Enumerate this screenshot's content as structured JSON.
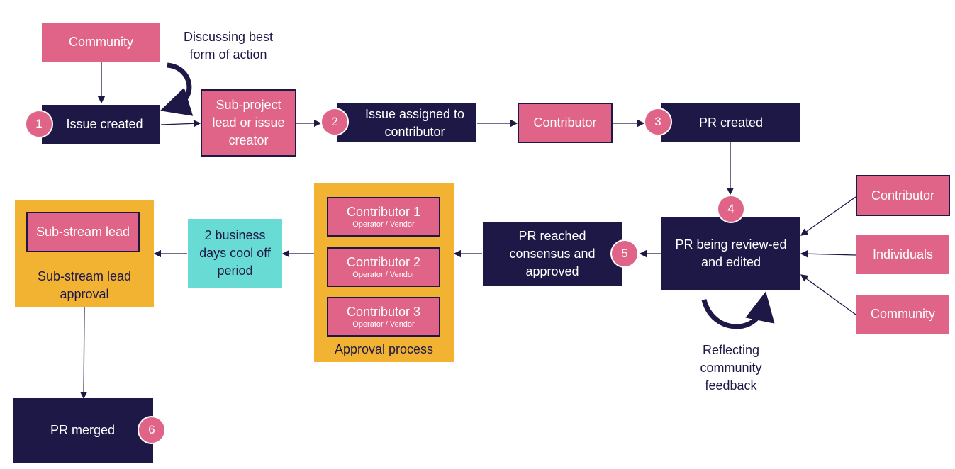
{
  "nodes": {
    "community_top": "Community",
    "issue_created": "Issue created",
    "sub_project_lead": "Sub-project lead or issue creator",
    "issue_assigned": "Issue assigned to contributor",
    "contributor_top": "Contributor",
    "pr_created": "PR created",
    "pr_review": "PR being review-ed and edited",
    "contributor_right": "Contributor",
    "individuals": "Individuals",
    "community_right": "Community",
    "pr_consensus": "PR reached consensus and approved",
    "cool_off": "2 business days cool off period",
    "sub_stream_lead": "Sub-stream lead",
    "sub_stream_approval": "Sub-stream lead approval",
    "pr_merged": "PR merged"
  },
  "approval_group": {
    "label": "Approval process",
    "contributors": [
      {
        "name": "Contributor 1",
        "role": "Operator / Vendor"
      },
      {
        "name": "Contributor 2",
        "role": "Operator / Vendor"
      },
      {
        "name": "Contributor 3",
        "role": "Operator / Vendor"
      }
    ]
  },
  "notes": {
    "discussing": "Discussing best form of action",
    "reflecting": "Reflecting community feedback"
  },
  "steps": [
    "1",
    "2",
    "3",
    "4",
    "5",
    "6"
  ],
  "colors": {
    "navy": "#1e1846",
    "pink": "#e06487",
    "teal": "#68dbd5",
    "orange": "#f3b332"
  }
}
